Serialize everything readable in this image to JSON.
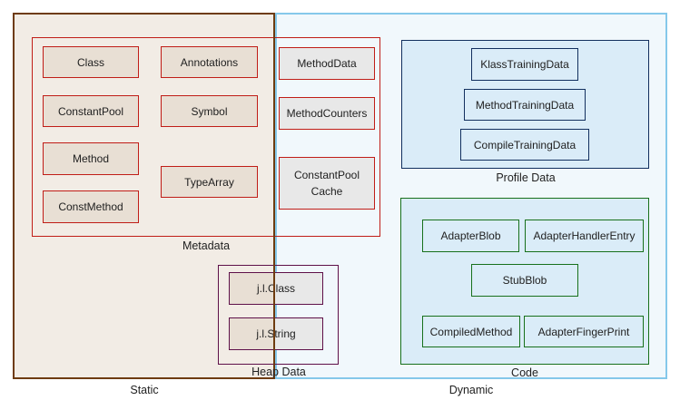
{
  "colors": {
    "static_fill": "#f2ece5",
    "static_border": "#6e3b0f",
    "dynamic_fill": "#f1f8fc",
    "dynamic_border": "#85c8ea",
    "red_accent": "#c01d17",
    "purple_accent": "#5e1049",
    "navy_accent": "#122f5e",
    "green_accent": "#17701b",
    "tan_fill": "#e8dfd4",
    "gray_fill": "#e8e8e8",
    "blue_fill": "#daecf8",
    "text_color": "#212121"
  },
  "regions": {
    "static": {
      "label": "Static"
    },
    "dynamic": {
      "label": "Dynamic"
    }
  },
  "groups": {
    "metadata": {
      "label": "Metadata",
      "items": [
        {
          "label": "Class"
        },
        {
          "label": "Annotations"
        },
        {
          "label": "MethodData"
        },
        {
          "label": "ConstantPool"
        },
        {
          "label": "Symbol"
        },
        {
          "label": "MethodCounters"
        },
        {
          "label": "Method"
        },
        {
          "label": "TypeArray"
        },
        {
          "label": "ConstantPool Cache"
        },
        {
          "label": "ConstMethod"
        }
      ]
    },
    "heap": {
      "label": "Heap Data",
      "items": [
        {
          "label": "j.l.Class"
        },
        {
          "label": "j.l.String"
        }
      ]
    },
    "profile": {
      "label": "Profile Data",
      "items": [
        {
          "label": "KlassTrainingData"
        },
        {
          "label": "MethodTrainingData"
        },
        {
          "label": "CompileTrainingData"
        }
      ]
    },
    "code": {
      "label": "Code",
      "items": [
        {
          "label": "AdapterBlob"
        },
        {
          "label": "AdapterHandlerEntry"
        },
        {
          "label": "StubBlob"
        },
        {
          "label": "CompiledMethod"
        },
        {
          "label": "AdapterFingerPrint"
        }
      ]
    }
  }
}
